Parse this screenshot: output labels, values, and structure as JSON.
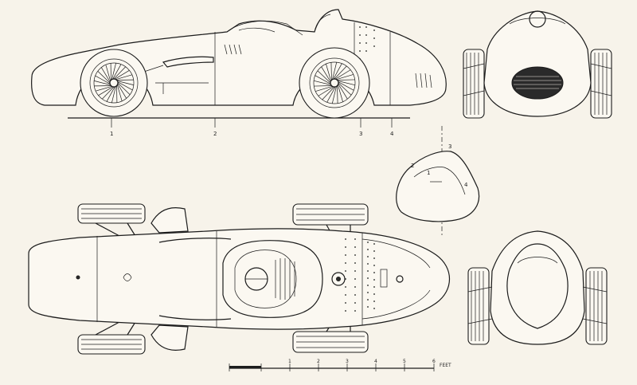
{
  "side_view": {
    "station_labels": [
      "1",
      "2",
      "3",
      "4"
    ]
  },
  "section_view": {
    "labels": [
      "1",
      "2",
      "3",
      "4"
    ]
  },
  "scale_bar": {
    "ticks": [
      "1",
      "2",
      "3",
      "4",
      "5",
      "6"
    ],
    "unit": "FEET"
  }
}
